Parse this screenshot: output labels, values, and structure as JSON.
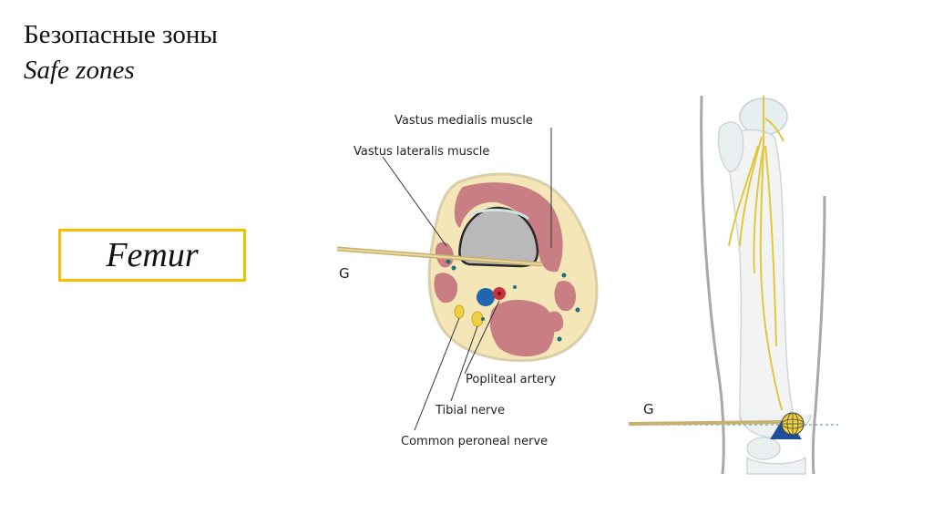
{
  "title": {
    "ru": "Безопасные зоны",
    "en": "Safe zones"
  },
  "box_label": "Femur",
  "cross_section": {
    "labels": {
      "vastus_medialis": "Vastus medialis muscle",
      "vastus_lateralis": "Vastus lateralis muscle",
      "popliteal_artery": "Popliteal artery",
      "tibial_nerve": "Tibial nerve",
      "common_peroneal": "Common peroneal nerve",
      "pin": "G"
    }
  },
  "side_view": {
    "pin": "G"
  },
  "colors": {
    "box_border": "#f2c000",
    "muscle": "#c97e84",
    "tissue": "#f5e6b8",
    "nerve": "#f0d040",
    "artery": "#c8323c",
    "vein": "#1f66b0",
    "pin": "#c8b070"
  }
}
